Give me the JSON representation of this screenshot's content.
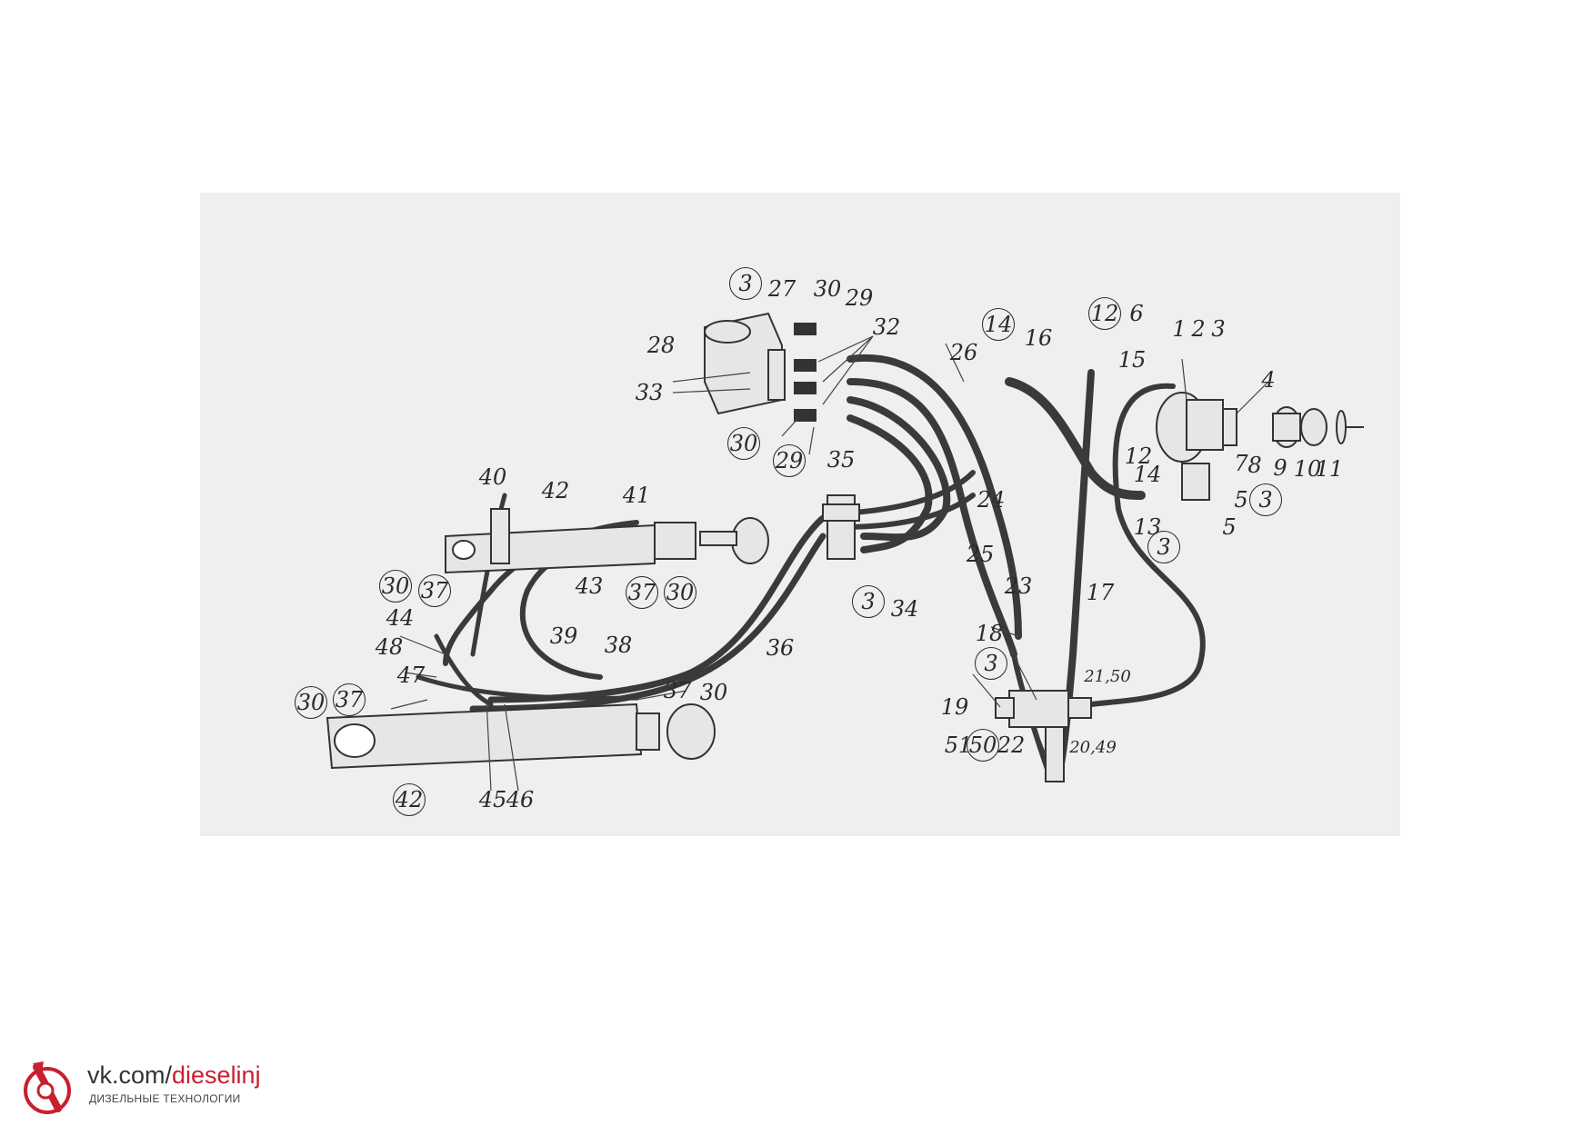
{
  "diagram": {
    "callouts": [
      {
        "id": "c1",
        "text": "3",
        "circled": true
      },
      {
        "id": "c2",
        "text": "27",
        "circled": false
      },
      {
        "id": "c3",
        "text": "30",
        "circled": false
      },
      {
        "id": "c4",
        "text": "29",
        "circled": false
      },
      {
        "id": "c5",
        "text": "32",
        "circled": false
      },
      {
        "id": "c6",
        "text": "28",
        "circled": false
      },
      {
        "id": "c7",
        "text": "33",
        "circled": false
      },
      {
        "id": "c8",
        "text": "30",
        "circled": true
      },
      {
        "id": "c9",
        "text": "29",
        "circled": true
      },
      {
        "id": "c10",
        "text": "14",
        "circled": true
      },
      {
        "id": "c11",
        "text": "16",
        "circled": false
      },
      {
        "id": "c12",
        "text": "26",
        "circled": false
      },
      {
        "id": "c13",
        "text": "12",
        "circled": true
      },
      {
        "id": "c14",
        "text": "6",
        "circled": false
      },
      {
        "id": "c15",
        "text": "1",
        "circled": false
      },
      {
        "id": "c16",
        "text": "2",
        "circled": false
      },
      {
        "id": "c17",
        "text": "3",
        "circled": false
      },
      {
        "id": "c18",
        "text": "15",
        "circled": false
      },
      {
        "id": "c19",
        "text": "4",
        "circled": false
      },
      {
        "id": "c20",
        "text": "12",
        "circled": false
      },
      {
        "id": "c21",
        "text": "7",
        "circled": false
      },
      {
        "id": "c22",
        "text": "8",
        "circled": false
      },
      {
        "id": "c23",
        "text": "9",
        "circled": false
      },
      {
        "id": "c24",
        "text": "10",
        "circled": false
      },
      {
        "id": "c25",
        "text": "11",
        "circled": false
      },
      {
        "id": "c26",
        "text": "14",
        "circled": false
      },
      {
        "id": "c27",
        "text": "5",
        "circled": false
      },
      {
        "id": "c28",
        "text": "3",
        "circled": true
      },
      {
        "id": "c29",
        "text": "13",
        "circled": false
      },
      {
        "id": "c30",
        "text": "5",
        "circled": false
      },
      {
        "id": "c31",
        "text": "3",
        "circled": true
      },
      {
        "id": "c32",
        "text": "35",
        "circled": false
      },
      {
        "id": "c33",
        "text": "24",
        "circled": false
      },
      {
        "id": "c34",
        "text": "25",
        "circled": false
      },
      {
        "id": "c35",
        "text": "23",
        "circled": false
      },
      {
        "id": "c36",
        "text": "17",
        "circled": false
      },
      {
        "id": "c37",
        "text": "3",
        "circled": true
      },
      {
        "id": "c38",
        "text": "34",
        "circled": false
      },
      {
        "id": "c39",
        "text": "40",
        "circled": false
      },
      {
        "id": "c40",
        "text": "42",
        "circled": false
      },
      {
        "id": "c41",
        "text": "41",
        "circled": false
      },
      {
        "id": "c42",
        "text": "30",
        "circled": true
      },
      {
        "id": "c43",
        "text": "37",
        "circled": true
      },
      {
        "id": "c44",
        "text": "43",
        "circled": false
      },
      {
        "id": "c45",
        "text": "37",
        "circled": true
      },
      {
        "id": "c46",
        "text": "30",
        "circled": true
      },
      {
        "id": "c47",
        "text": "44",
        "circled": false
      },
      {
        "id": "c48",
        "text": "48",
        "circled": false
      },
      {
        "id": "c49",
        "text": "39",
        "circled": false
      },
      {
        "id": "c50",
        "text": "38",
        "circled": false
      },
      {
        "id": "c51",
        "text": "36",
        "circled": false
      },
      {
        "id": "c52",
        "text": "47",
        "circled": false
      },
      {
        "id": "c53",
        "text": "30",
        "circled": true
      },
      {
        "id": "c54",
        "text": "37",
        "circled": true
      },
      {
        "id": "c55",
        "text": "37",
        "circled": false
      },
      {
        "id": "c56",
        "text": "30",
        "circled": false
      },
      {
        "id": "c57",
        "text": "42",
        "circled": true
      },
      {
        "id": "c58",
        "text": "45",
        "circled": false
      },
      {
        "id": "c59",
        "text": "46",
        "circled": false
      },
      {
        "id": "c60",
        "text": "18",
        "circled": false
      },
      {
        "id": "c61",
        "text": "3",
        "circled": true
      },
      {
        "id": "c62",
        "text": "21,50",
        "circled": false
      },
      {
        "id": "c63",
        "text": "19",
        "circled": false
      },
      {
        "id": "c64",
        "text": "51",
        "circled": false
      },
      {
        "id": "c65",
        "text": "50",
        "circled": true
      },
      {
        "id": "c66",
        "text": "22",
        "circled": false
      },
      {
        "id": "c67",
        "text": "20,49",
        "circled": false
      }
    ]
  },
  "watermark": {
    "url_prefix": "vk.com/",
    "url_handle": "dieselinj",
    "tagline": "ДИЗЕЛЬНЫЕ ТЕХНОЛОГИИ",
    "accent_color": "#c8202f"
  }
}
